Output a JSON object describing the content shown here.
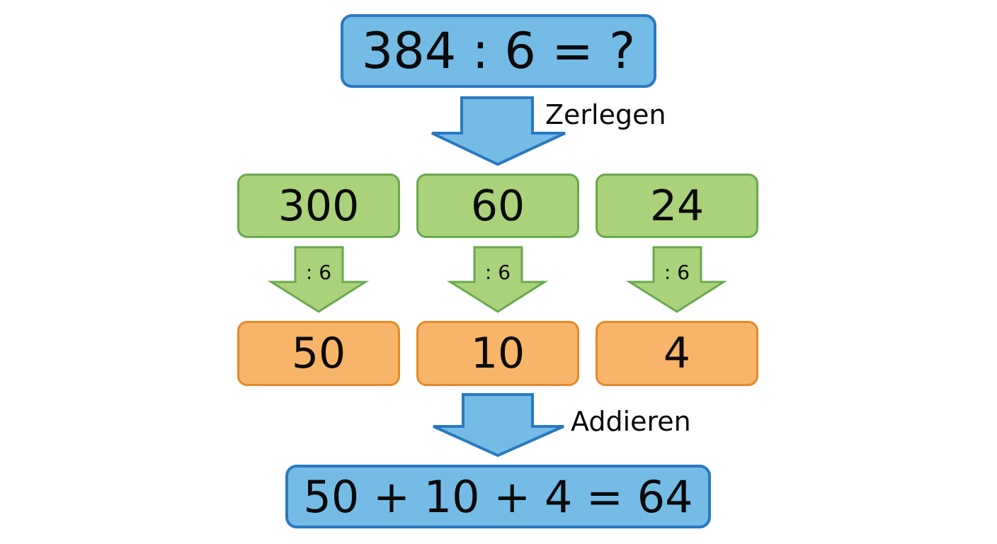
{
  "title": "384 : 6 = ?",
  "step1_label": "Zerlegen",
  "parts": [
    {
      "value": "300",
      "op": ": 6",
      "result": "50"
    },
    {
      "value": "60",
      "op": ": 6",
      "result": "10"
    },
    {
      "value": "24",
      "op": ": 6",
      "result": "4"
    }
  ],
  "step2_label": "Addieren",
  "final": "50 + 10 + 4 = 64",
  "colors": {
    "blue": "#74bce6",
    "blue_border": "#2a78c0",
    "green": "#a9d27a",
    "green_border": "#6aa84f",
    "orange": "#f8b468",
    "orange_border": "#e48a2a"
  }
}
